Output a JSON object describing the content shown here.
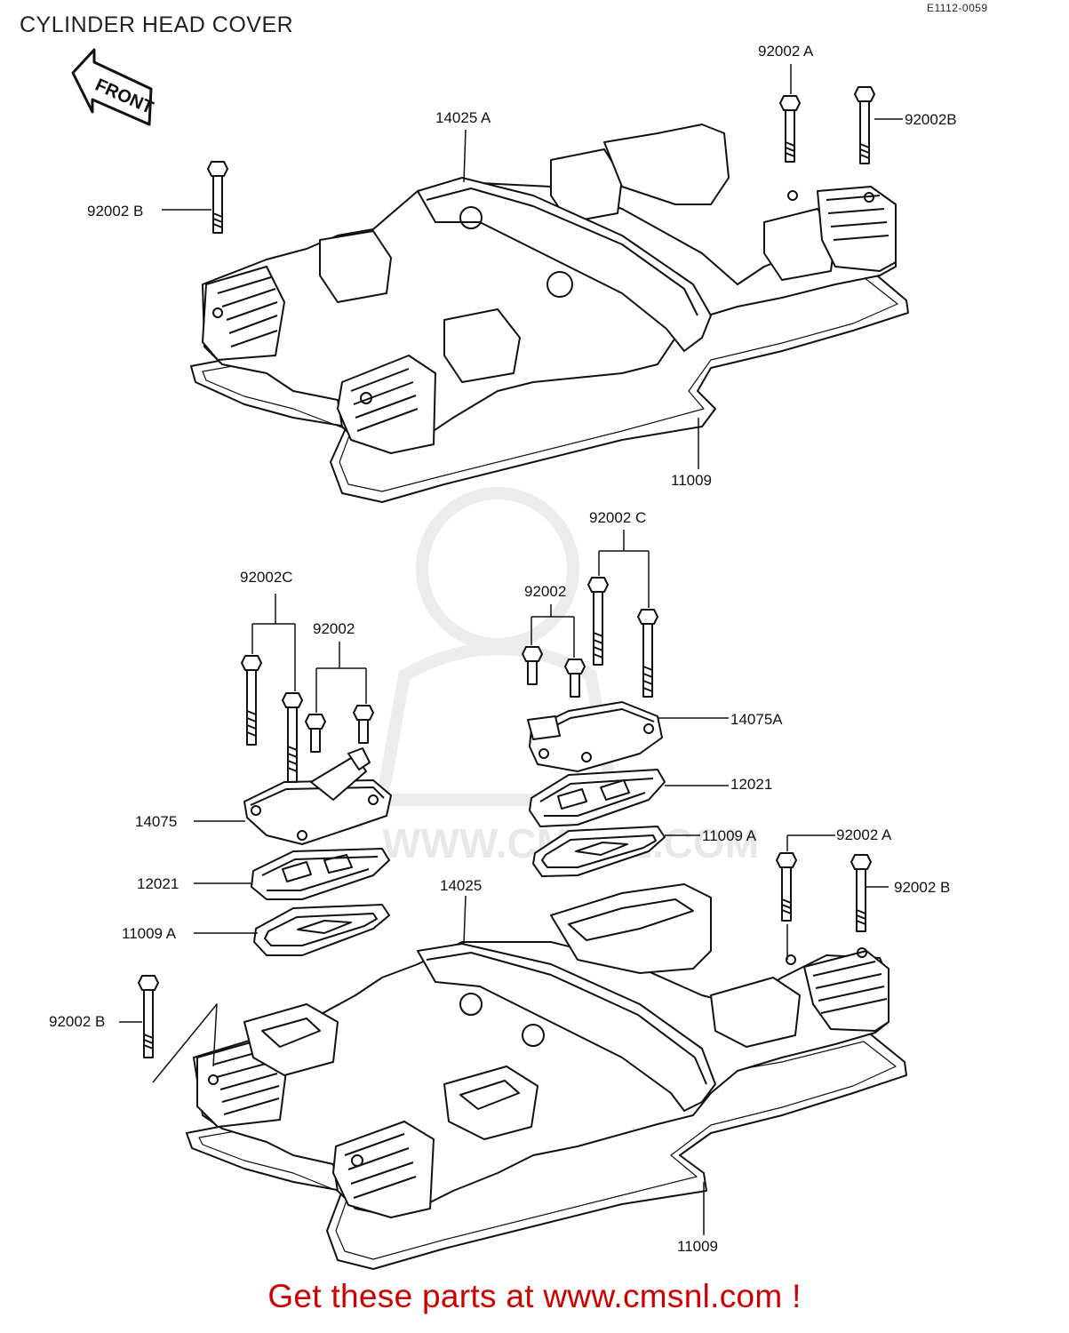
{
  "header": {
    "title": "CYLINDER HEAD COVER",
    "drawing_code": "E1112-0059"
  },
  "front_arrow_label": "FRONT",
  "labels": {
    "top_92002A": "92002 A",
    "top_92002B_right": "92002B",
    "top_14025A": "14025 A",
    "top_92002B_left": "92002 B",
    "top_11009": "11009",
    "mid_92002C_right": "92002 C",
    "mid_92002C_left": "92002C",
    "mid_92002_left": "92002",
    "mid_92002_right": "92002",
    "mid_14075A": "14075A",
    "mid_12021_right": "12021",
    "mid_11009A_right": "11009 A",
    "mid_14075": "14075",
    "mid_12021_left": "12021",
    "mid_11009A_left": "11009 A",
    "bot_14025": "14025",
    "bot_92002A": "92002 A",
    "bot_92002B_right": "92002 B",
    "bot_92002B_left": "92002 B",
    "bot_11009": "11009"
  },
  "watermark": "WWW.CMSNL.COM",
  "footer": {
    "text": "Get these parts at www.cmsnl.com !"
  }
}
